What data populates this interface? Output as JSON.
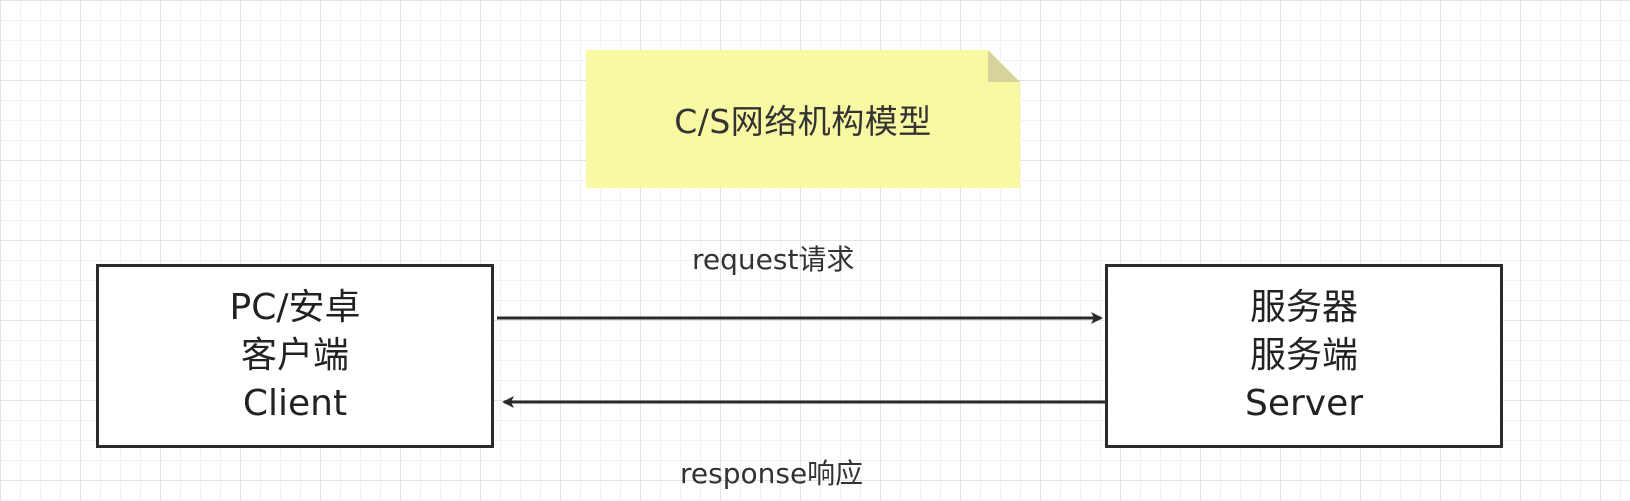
{
  "diagram": {
    "note": {
      "text": "C/S网络机构模型",
      "fill": "#f9f8a3",
      "fold_fill": "#d6d49a"
    },
    "client": {
      "lines": [
        "PC/安卓",
        "客户端",
        "Client"
      ]
    },
    "server": {
      "lines": [
        "服务器",
        "服务端",
        "Server"
      ]
    },
    "edges": {
      "request": {
        "label": "request请求",
        "from": "client",
        "to": "server"
      },
      "response": {
        "label": "response响应",
        "from": "server",
        "to": "client"
      }
    },
    "colors": {
      "stroke": "#2b2b2b",
      "text": "#222222"
    }
  }
}
